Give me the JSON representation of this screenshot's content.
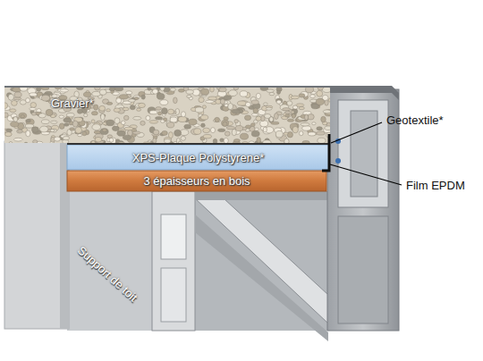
{
  "diagram": {
    "nodes": [
      {
        "text": [
          "Gravier*"
        ]
      },
      {
        "text": [
          "XPS-Plaque Polystyrene*"
        ]
      },
      {
        "text": [
          "3 épaisseurs en bois"
        ]
      }
    ],
    "labels": [
      "Geotextile*",
      "Film EPDM",
      "Support de toit"
    ]
  }
}
